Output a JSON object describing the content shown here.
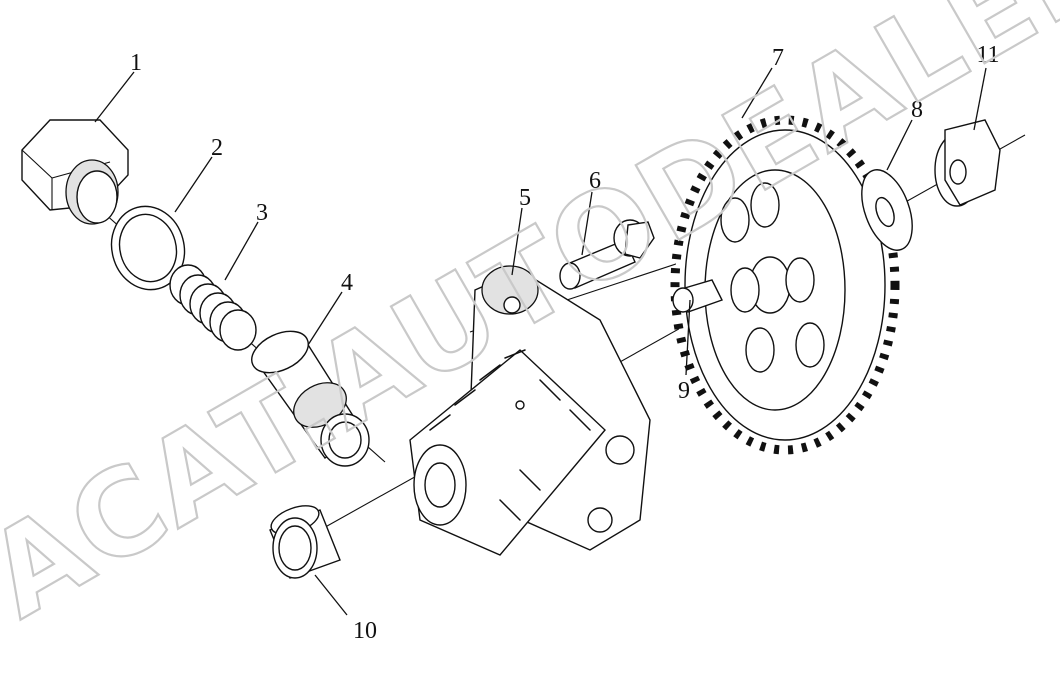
{
  "watermark": "ACAT.AUTODEALER.RU",
  "part_labels": [
    "1",
    "2",
    "3",
    "4",
    "5",
    "6",
    "7",
    "8",
    "9",
    "10",
    "11"
  ]
}
